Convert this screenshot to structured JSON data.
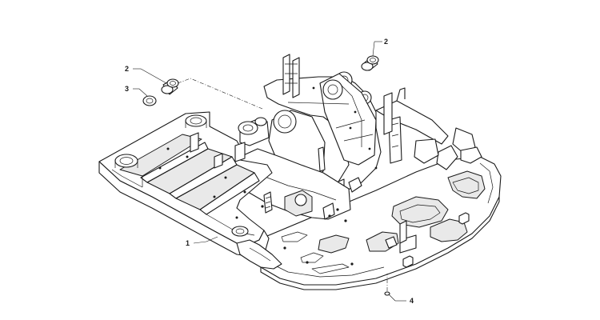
{
  "callouts": {
    "c1": "1",
    "c2a": "2",
    "c2b": "2",
    "c3": "3",
    "c4": "4"
  },
  "colors": {
    "line": "#1a1a1a",
    "background": "#ffffff"
  }
}
